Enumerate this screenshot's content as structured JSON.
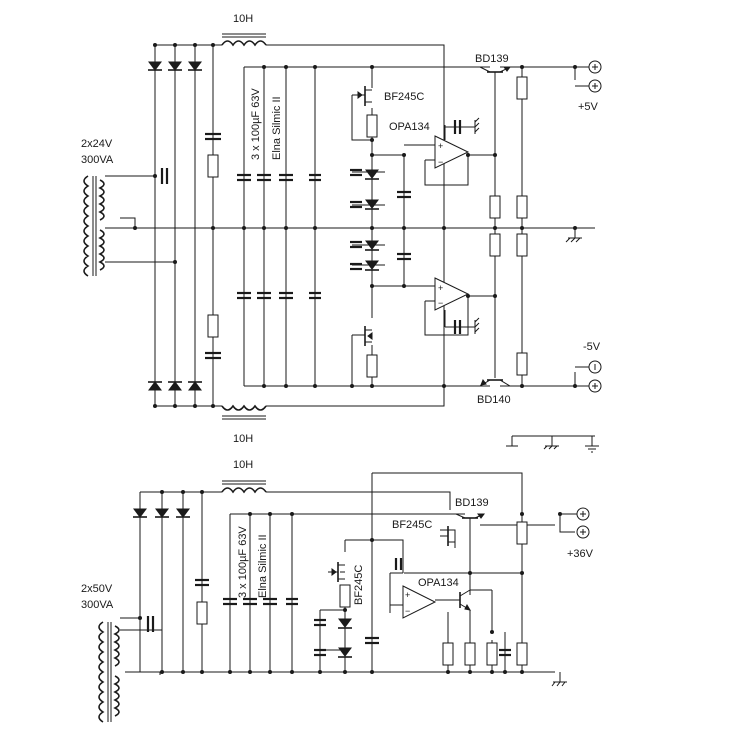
{
  "top": {
    "choke_top": "10H",
    "choke_bottom": "10H",
    "transformer": {
      "line1": "2x24V",
      "line2": "300VA"
    },
    "cap_bank": {
      "line1": "3 x 100µF 63V",
      "line2": "Elna Silmic II"
    },
    "jfet": "BF245C",
    "opamp": "OPA134",
    "pos_transistor": "BD139",
    "neg_transistor": "BD140",
    "pos_output": "+5V",
    "neg_output": "-5V"
  },
  "bottom": {
    "choke": "10H",
    "transformer": {
      "line1": "2x50V",
      "line2": "300VA"
    },
    "cap_bank": {
      "line1": "3 x 100µF 63V",
      "line2": "Elna Silmic II"
    },
    "jfet_a": "BF245C",
    "jfet_b": "BF245C",
    "opamp": "OPA134",
    "transistor": "BD139",
    "output": "+36V"
  }
}
